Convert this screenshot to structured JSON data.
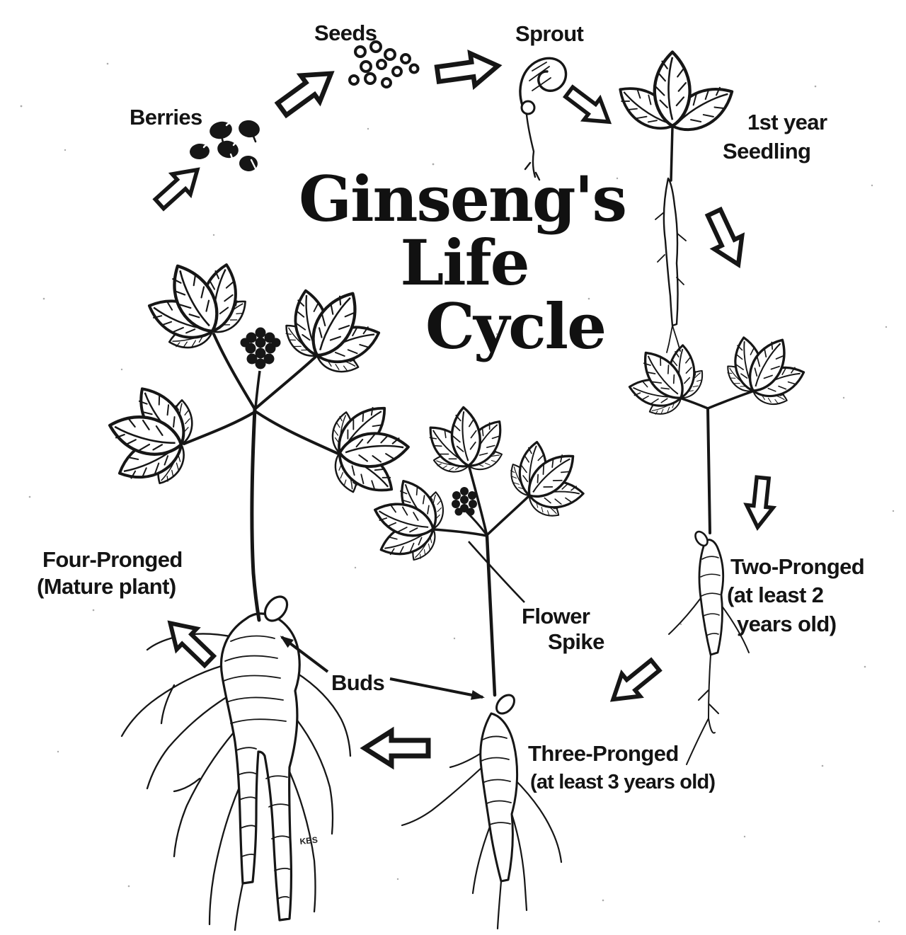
{
  "title": {
    "lines": [
      "Ginseng's",
      "Life",
      "Cycle"
    ]
  },
  "stages": {
    "berries": {
      "label": "Berries"
    },
    "seeds": {
      "label": "Seeds"
    },
    "sprout": {
      "label": "Sprout"
    },
    "first_year_seedling": {
      "lines": [
        "1st year",
        "Seedling"
      ]
    },
    "two_pronged": {
      "lines": [
        "Two-Pronged",
        "(at least 2",
        "years old)"
      ]
    },
    "three_pronged": {
      "lines": [
        "Three-Pronged",
        "(at least 3 years old)"
      ]
    },
    "four_pronged": {
      "lines": [
        "Four-Pronged",
        "(Mature plant)"
      ]
    }
  },
  "annotations": {
    "flower_spike": {
      "lines": [
        "Flower",
        "Spike"
      ]
    },
    "buds": {
      "label": "Buds"
    },
    "artist_signature": "KBS"
  },
  "colors": {
    "ink": "#161616",
    "paper": "#ffffff"
  }
}
